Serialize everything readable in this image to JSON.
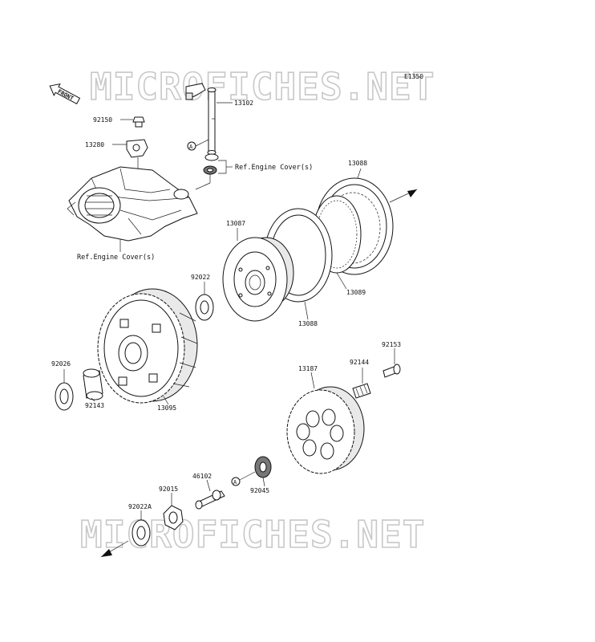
{
  "watermark_top": "MICROFICHES.NET",
  "watermark_bottom": "MICROFICHES.NET",
  "diagram_code": "E1350",
  "front_marker": "FRONT",
  "ref_engine_cover_top": "Ref.Engine Cover(s)",
  "ref_engine_cover_left": "Ref.Engine Cover(s)",
  "ref_marker_a": "A",
  "parts": {
    "p13102": "13102",
    "p92150": "92150",
    "p13280": "13280",
    "p13088_top": "13088",
    "p13087": "13087",
    "p92022": "92022",
    "p13089": "13089",
    "p13088_bottom": "13088",
    "p92153": "92153",
    "p13187": "13187",
    "p92144": "92144",
    "p92026": "92026",
    "p92143": "92143",
    "p13095": "13095",
    "p46102": "46102",
    "p92015": "92015",
    "p92045": "92045",
    "p92022A": "92022A"
  }
}
